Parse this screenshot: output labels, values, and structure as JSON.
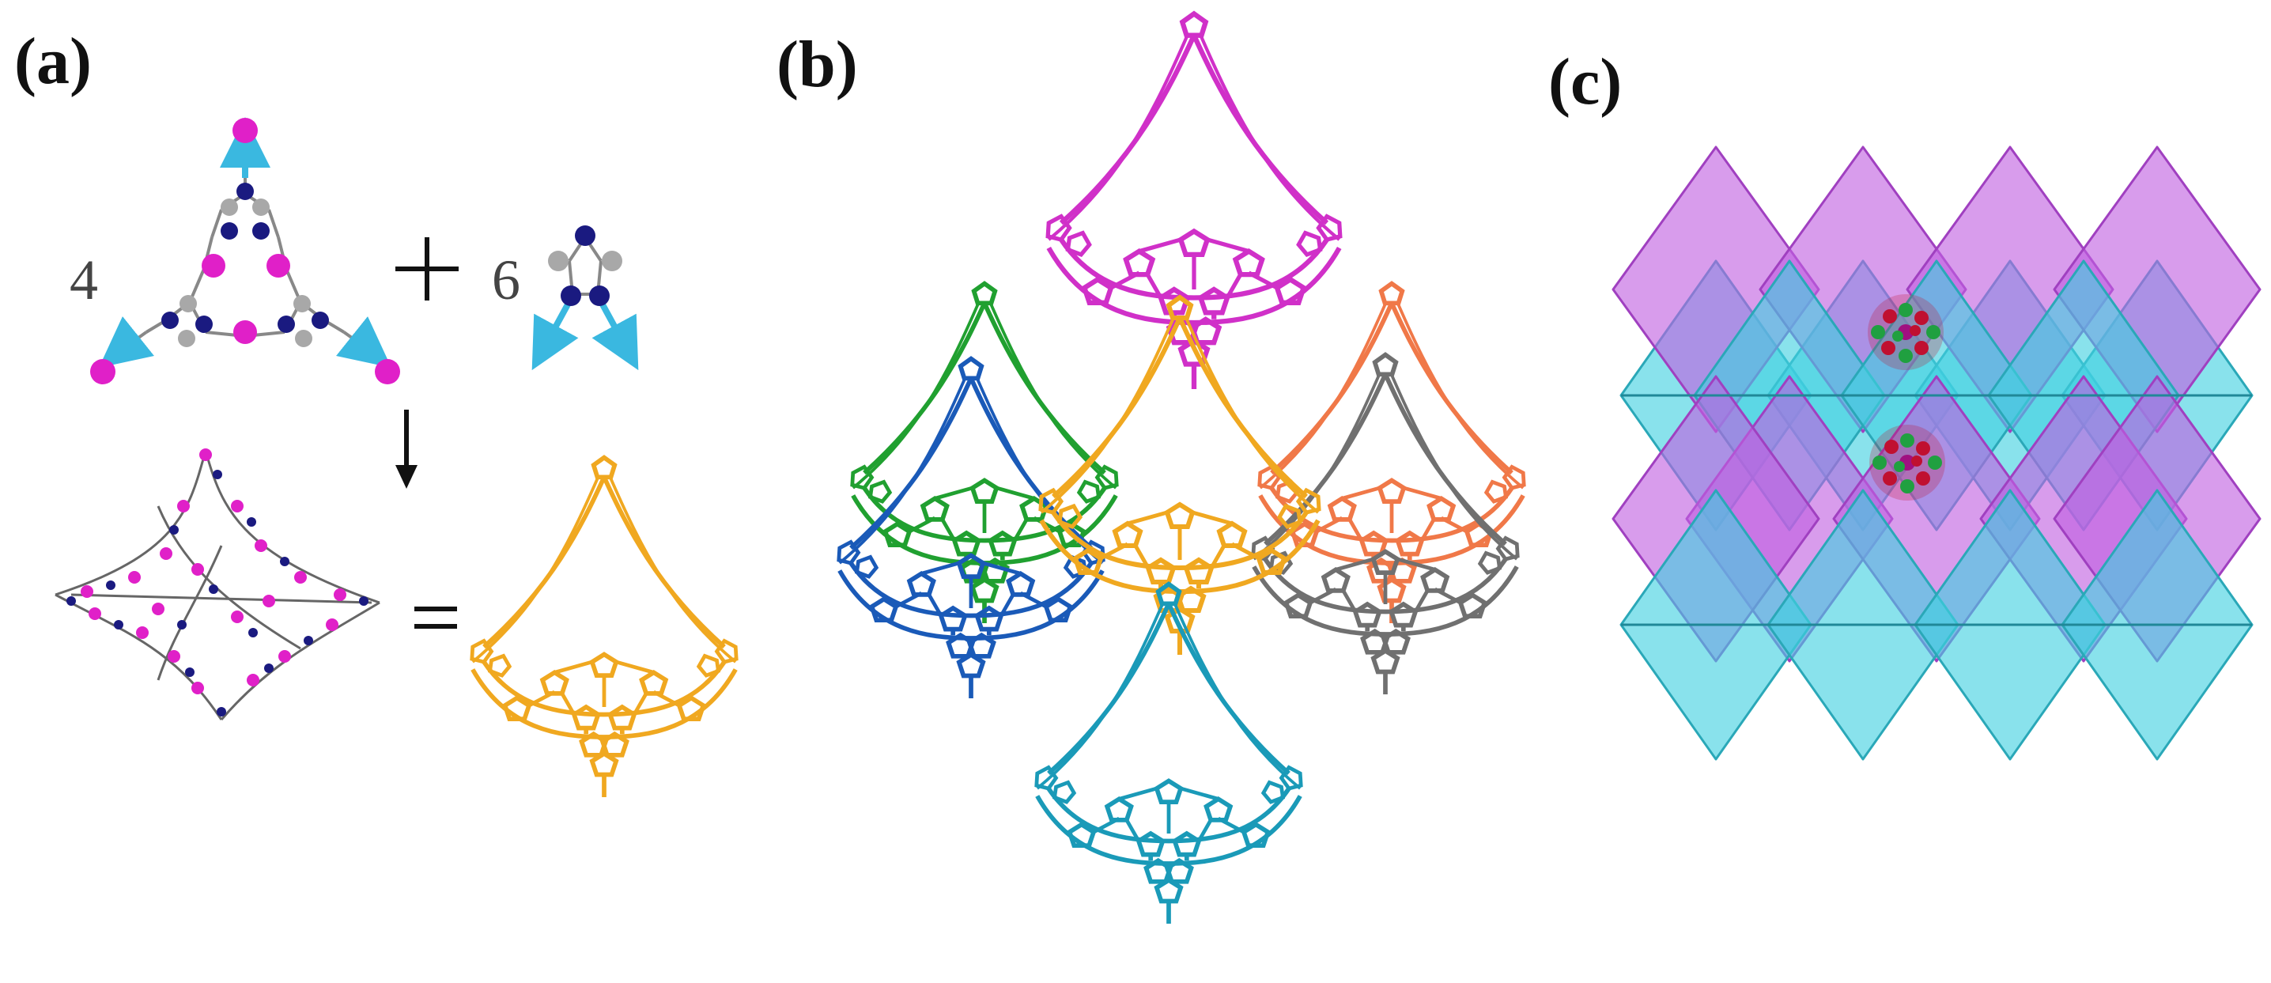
{
  "panels": {
    "a": {
      "label": "(a)",
      "coef_left": "4",
      "coef_right": "6"
    },
    "b": {
      "label": "(b)"
    },
    "c": {
      "label": "(c)"
    }
  },
  "colors": {
    "metal": "#e020c8",
    "nitrogen": "#1a1a80",
    "carbon": "#a8a8a8",
    "arrow": "#3ab8e0",
    "cage_a": "#f0a820",
    "cage_top": "#d030c8",
    "cage_green": "#20a030",
    "cage_blue": "#1a5ab8",
    "cage_orange": "#f07848",
    "cage_gray": "#707070",
    "cage_cyan": "#1a9ab8",
    "poly_magenta": "#c060e0",
    "poly_cyan": "#40d0e0",
    "guest_red": "#c01030",
    "guest_green": "#20a040"
  },
  "icons": {
    "plus": "plus-sign",
    "equals": "equals-sign",
    "down_arrow": "down-arrow"
  }
}
